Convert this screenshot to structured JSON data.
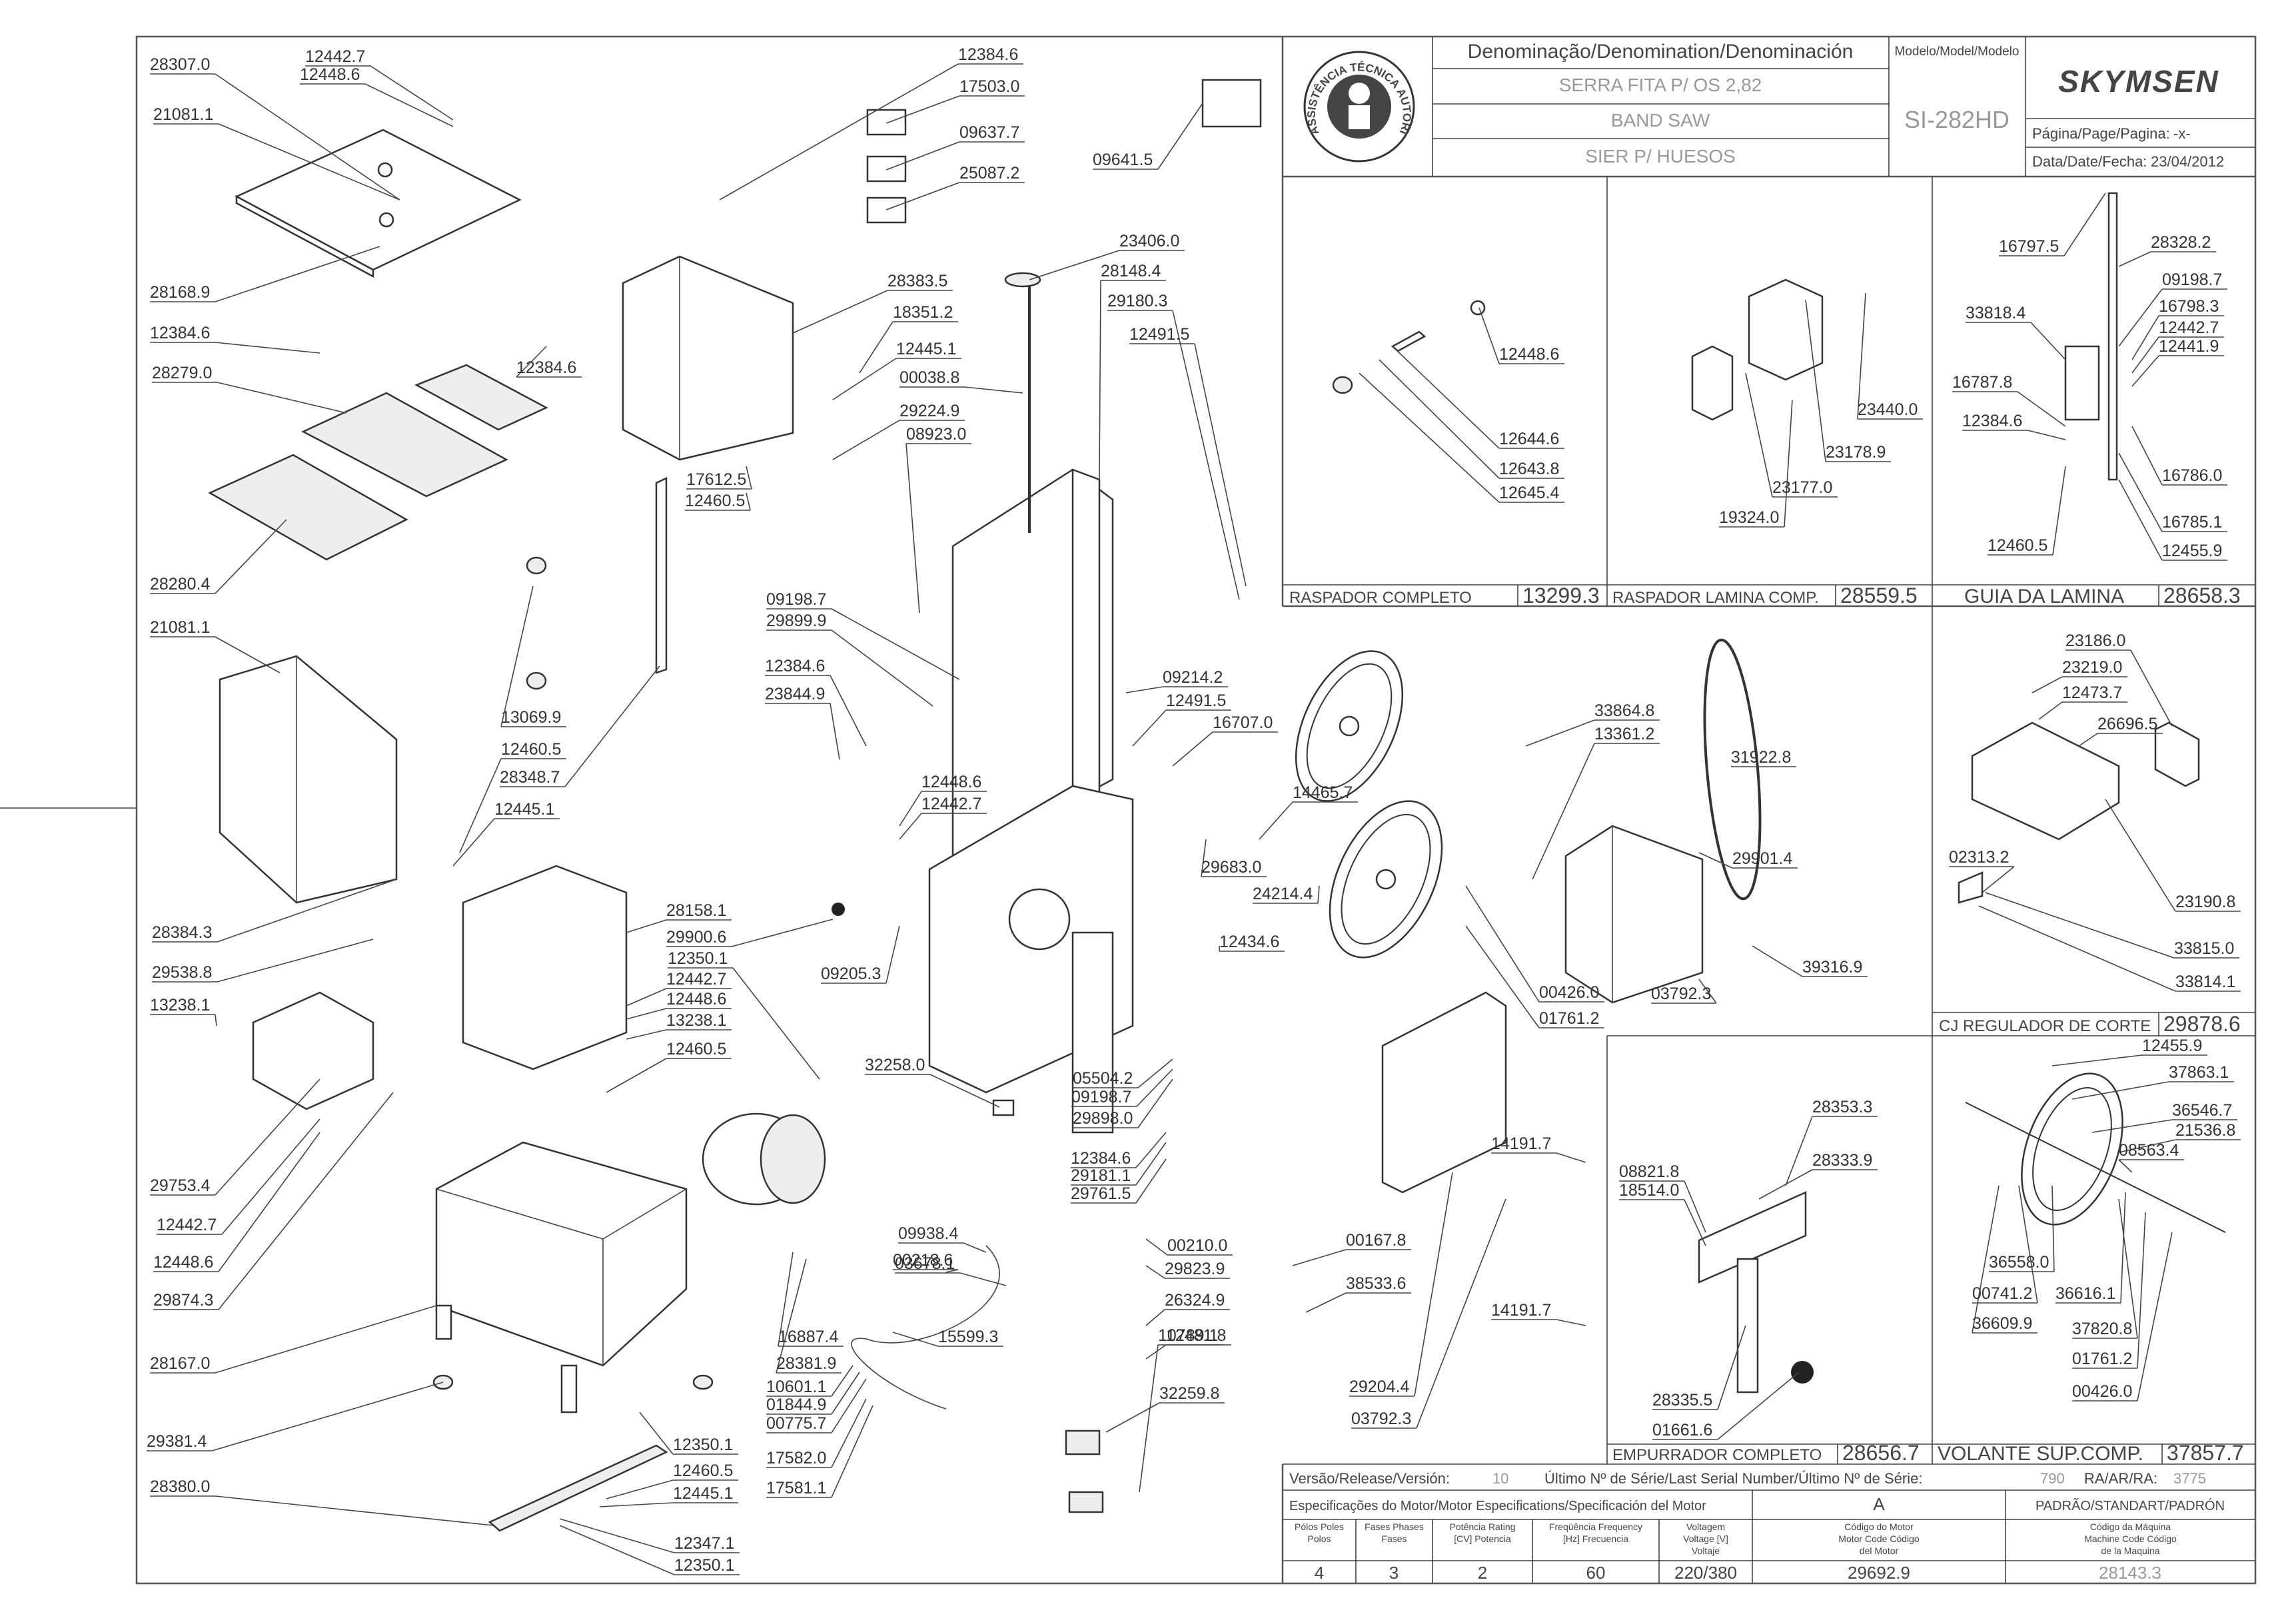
{
  "title_block": {
    "denomination_header": "Denominação/Denomination/Denominación",
    "name_pt": "SERRA FITA P/ OS 2,82",
    "name_en": "BAND SAW",
    "name_es": "SIER P/ HUESOS",
    "model_header": "Modelo/Model/Modelo",
    "model": "SI-282HD",
    "brand": "SKYMSEN",
    "page_label": "Página/Page/Pagina:",
    "page_value": "-x-",
    "date_label": "Data/Date/Fecha:",
    "date_value": "23/04/2012",
    "stamp_text": "ASSISTÊNCIA TÉCNICA AUTORIZADA"
  },
  "footer": {
    "version_label": "Versão/Release/Versión:",
    "version_value": "10",
    "serial_label": "Último Nº de Série/Last Serial Number/Último Nº de Série:",
    "serial_value": "790",
    "ra_label": "RA/AR/RA:",
    "ra_value": "3775",
    "motor_spec_label": "Especificações do Motor/Motor Especifications/Specificación del Motor",
    "motor_letter": "A",
    "standard_label": "PADRÃO/STANDART/PADRÓN",
    "poles_label": "Pólos Poles Polos",
    "phases_label": "Fases Phases Fases",
    "power_label": "Potência Rating [CV] Potencia",
    "freq_label": "Freqüência Frequency [Hz] Frecuencia",
    "voltage_label": "Voltagem Voltage [V] Voltaje",
    "motor_code_label": "Código do Motor Motor Code Código del Motor",
    "machine_code_label": "Código da Máquina Machine Code Código de la Maquina",
    "poles": "4",
    "phases": "3",
    "power": "2",
    "frequency": "60",
    "voltage": "220/380",
    "motor_code": "29692.9",
    "machine_code": "28143.3"
  },
  "subassemblies": [
    {
      "name": "RASPADOR COMPLETO",
      "code": "13299.3"
    },
    {
      "name": "RASPADOR LAMINA COMP.",
      "code": "28559.5"
    },
    {
      "name": "GUIA DA LAMINA",
      "code": "28658.3"
    },
    {
      "name": "CJ REGULADOR DE CORTE",
      "code": "29878.6"
    },
    {
      "name": "EMPURRADOR COMPLETO",
      "code": "28656.7"
    },
    {
      "name": "VOLANTE SUP.COMP.",
      "code": "37857.7"
    }
  ],
  "part_labels": [
    "28307.0",
    "12442.7",
    "12448.6",
    "12384.6",
    "17503.0",
    "09637.7",
    "25087.2",
    "09641.5",
    "21081.1",
    "28168.9",
    "12384.6",
    "28279.0",
    "12384.6",
    "28280.4",
    "21081.1",
    "28383.5",
    "18351.2",
    "12445.1",
    "00038.8",
    "29224.9",
    "08923.0",
    "17612.5",
    "12460.5",
    "23406.0",
    "28148.4",
    "29180.3",
    "12491.5",
    "13069.9",
    "28348.7",
    "09198.7",
    "29899.9",
    "12384.6",
    "23844.9",
    "09214.2",
    "12491.5",
    "16707.0",
    "12460.5",
    "12445.1",
    "12448.6",
    "12442.7",
    "28158.1",
    "29900.6",
    "12350.1",
    "12442.7",
    "12448.6",
    "13238.1",
    "12460.5",
    "29538.8",
    "13238.1",
    "28384.3",
    "09205.3",
    "29683.0",
    "14465.7",
    "24214.4",
    "33864.8",
    "13361.2",
    "12434.6",
    "29901.4",
    "31922.8",
    "00426.0",
    "01761.2",
    "39316.9",
    "03792.3",
    "32258.0",
    "05504.2",
    "09198.7",
    "29898.0",
    "12384.6",
    "29181.1",
    "29761.5",
    "14191.7",
    "29753.4",
    "12442.7",
    "12448.6",
    "29874.3",
    "09938.4",
    "03678.1",
    "00218.6",
    "00210.0",
    "29823.9",
    "00167.8",
    "38533.6",
    "26324.9",
    "12481.8",
    "14191.7",
    "28167.0",
    "16887.4",
    "28381.9",
    "15599.3",
    "10601.1",
    "01844.9",
    "00775.7",
    "17582.0",
    "17581.1",
    "32259.8",
    "10789.1",
    "29204.4",
    "03792.3",
    "29381.4",
    "28380.0",
    "12350.1",
    "12460.5",
    "12445.1",
    "12347.1",
    "12350.1",
    "12448.6",
    "12644.6",
    "12643.8",
    "12645.4",
    "23440.0",
    "23178.9",
    "23177.0",
    "19324.0",
    "16797.5",
    "28328.2",
    "09198.7",
    "33818.4",
    "16798.3",
    "12442.7",
    "12441.9",
    "16787.8",
    "12384.6",
    "16786.0",
    "16785.1",
    "12460.5",
    "12455.9",
    "23186.0",
    "23219.0",
    "12473.7",
    "26696.5",
    "02313.2",
    "23190.8",
    "33815.0",
    "33814.1",
    "28333.9",
    "28353.3",
    "08821.8",
    "18514.0",
    "28335.5",
    "01661.6",
    "12455.9",
    "37863.1",
    "36546.7",
    "21536.8",
    "08563.4",
    "36558.0",
    "00741.2",
    "36616.1",
    "36609.9",
    "37820.8",
    "01761.2",
    "00426.0"
  ]
}
